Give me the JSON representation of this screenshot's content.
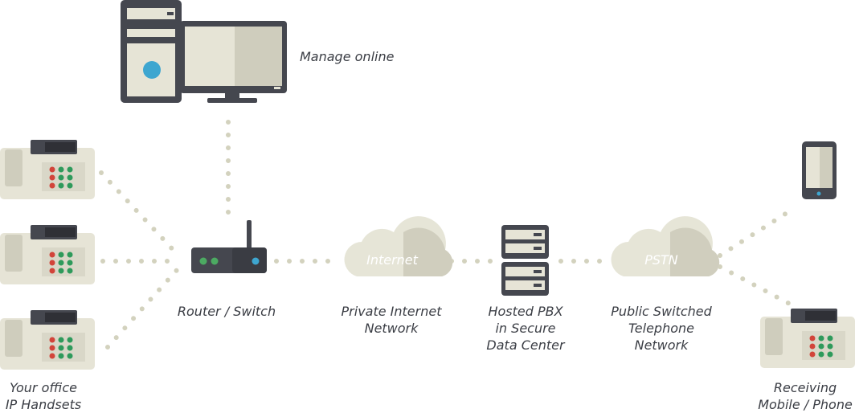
{
  "labels": {
    "manage_online": "Manage online",
    "cloud_internet": "Internet",
    "cloud_pstn": "PSTN",
    "router": "Router / Switch",
    "private_network": [
      "Private Internet",
      "Network"
    ],
    "hosted_pbx": [
      "Hosted PBX",
      "in Secure",
      "Data Center"
    ],
    "public_switched": [
      "Public Switched",
      "Telephone",
      "Network"
    ],
    "office_handsets": [
      "Your office",
      "IP Handsets"
    ],
    "receiving": [
      "Receiving",
      "Mobile / Phone"
    ]
  },
  "colors": {
    "dark": "#45474f",
    "beige": "#e6e4d6",
    "beige_dark": "#cfcdbd",
    "dot": "#d3d2be",
    "cloud_light": "#e6e5d7",
    "cloud_dark": "#d0cebe",
    "led_green": "#4caa62",
    "led_blue": "#3ea6d0",
    "key_red": "#d2443a",
    "key_green": "#2e9a5b"
  },
  "icons": [
    "desktop-computer-icon",
    "ip-phone-icon",
    "router-icon",
    "cloud-icon",
    "server-stack-icon",
    "mobile-phone-icon"
  ]
}
